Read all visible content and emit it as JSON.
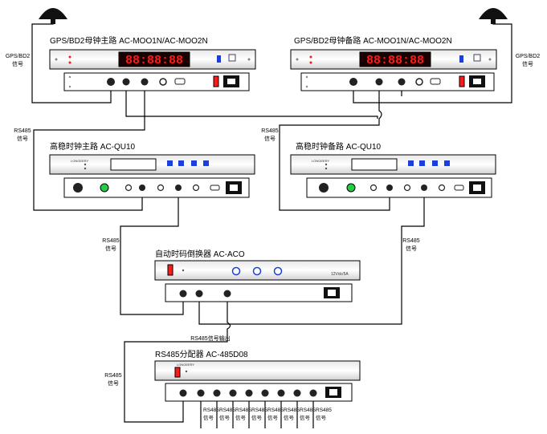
{
  "titles": {
    "gps_main": "GPS/BD2母钟主路  AC-MOO1N/AC-MOO2N",
    "gps_backup": "GPS/BD2母钟备路  AC-MOO1N/AC-MOO2N",
    "hs_main": "高稳时钟主路  AC-QU10",
    "hs_backup": "高稳时钟备路  AC-QU10",
    "switcher": "自动时码倒换器  AC-ACO",
    "distributor": "RS485分配器  AC-485D08"
  },
  "labels": {
    "gps_signal_left": [
      "GPS/BD2",
      "信号"
    ],
    "gps_signal_right": [
      "GPS/BD2",
      "信号"
    ],
    "rs485_signal": [
      "RS485",
      "信号"
    ],
    "rs485_output": "RS485信号输出"
  },
  "panel": {
    "brand": "LONGEERY",
    "clock_display": "88:88:88",
    "switcher_voltage": "12Vdc/5A"
  },
  "colors": {
    "led_red": "#ff1a1a",
    "display_bg": "#1a0000",
    "led_green": "#22cc44",
    "button_blue": "#1b3fd8"
  },
  "distributor_outputs": 8
}
